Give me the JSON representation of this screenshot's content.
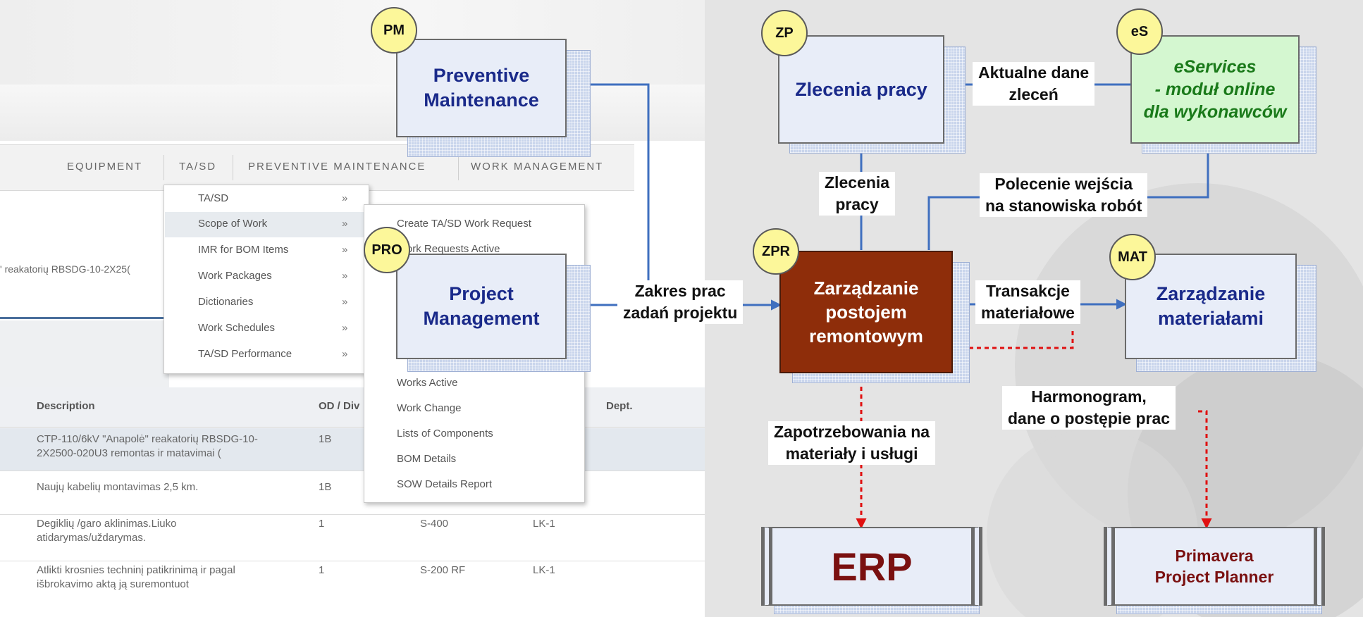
{
  "screenshot": {
    "nav_tabs": [
      "EQUIPMENT",
      "TA/SD",
      "PREVENTIVE MAINTENANCE",
      "WORK MANAGEMENT"
    ],
    "menu1_items": [
      "TA/SD",
      "Scope of Work",
      "IMR for BOM Items",
      "Work Packages",
      "Dictionaries",
      "Work Schedules",
      "TA/SD Performance"
    ],
    "menu_arrow": "»",
    "menu2_items": [
      "Create TA/SD Work Request",
      "Work Requests Active",
      "Works Active",
      "Work Change",
      "Lists of Components",
      "BOM Details",
      "SOW Details Report"
    ],
    "fragment_text": "' reakatorių RBSDG-10-2X25(",
    "table_headers": [
      "Description",
      "OD / Div",
      "Dept."
    ],
    "rows": [
      {
        "description": "CTP-110/6kV \"Anapolė\" reakatorių RBSDG-10-\n2X2500-020U3 remontas ir matavimai (",
        "od": "1B",
        "code": "",
        "dept": ""
      },
      {
        "description": "Naujų kabelių montavimas 2,5 km.",
        "od": "1B",
        "code": "",
        "dept": ""
      },
      {
        "description": "Degiklių /garo aklinimas.Liuko\natidarymas/uždarymas.",
        "od": "1",
        "code": "S-400",
        "dept": "LK-1"
      },
      {
        "description": "Atlikti krosnies techninį patikrinimą ir pagal\nišbrokavimo aktą ją suremontuot",
        "od": "1",
        "code": "S-200 RF",
        "dept": "LK-1"
      }
    ]
  },
  "nodes": {
    "pm": {
      "badge": "PM",
      "label": "Preventive\nMaintenance"
    },
    "pro": {
      "badge": "PRO",
      "label": "Project\nManagement"
    },
    "zp": {
      "badge": "ZP",
      "label": "Zlecenia pracy"
    },
    "es": {
      "badge": "eS",
      "label": "eServices\n- moduł online\ndla wykonawców"
    },
    "zpr": {
      "badge": "ZPR",
      "label": "Zarządzanie\npostojem\nremontowym"
    },
    "mat": {
      "badge": "MAT",
      "label": "Zarządzanie\nmateriałami"
    },
    "erp": {
      "label": "ERP"
    },
    "primavera": {
      "label": "Primavera\nProject Planner"
    }
  },
  "edge_labels": {
    "zakres": "Zakres prac\nzadań projektu",
    "aktualne": "Aktualne dane\nzleceń",
    "zlecenia": "Zlecenia\npracy",
    "polecenie": "Polecenie wejścia\nna stanowiska robót",
    "transakcje": "Transakcje\nmateriałowe",
    "harmonogram": "Harmonogram,\ndane o postępie prac",
    "zapotrzebowania": "Zapotrzebowania na\nmateriały i usługi"
  },
  "colors": {
    "node_face": "#e8edf8",
    "node_text": "#1a2a8a",
    "eservices_face": "#d4f7d0",
    "eservices_text": "#1a7a1a",
    "zpr_face": "#8e2d0a",
    "zpr_text": "#ffffff",
    "erp_text": "#7a1010",
    "blue_arrow": "#3f6fbf",
    "red_arrow": "#e01010",
    "badge_fill": "#fcf79a"
  }
}
